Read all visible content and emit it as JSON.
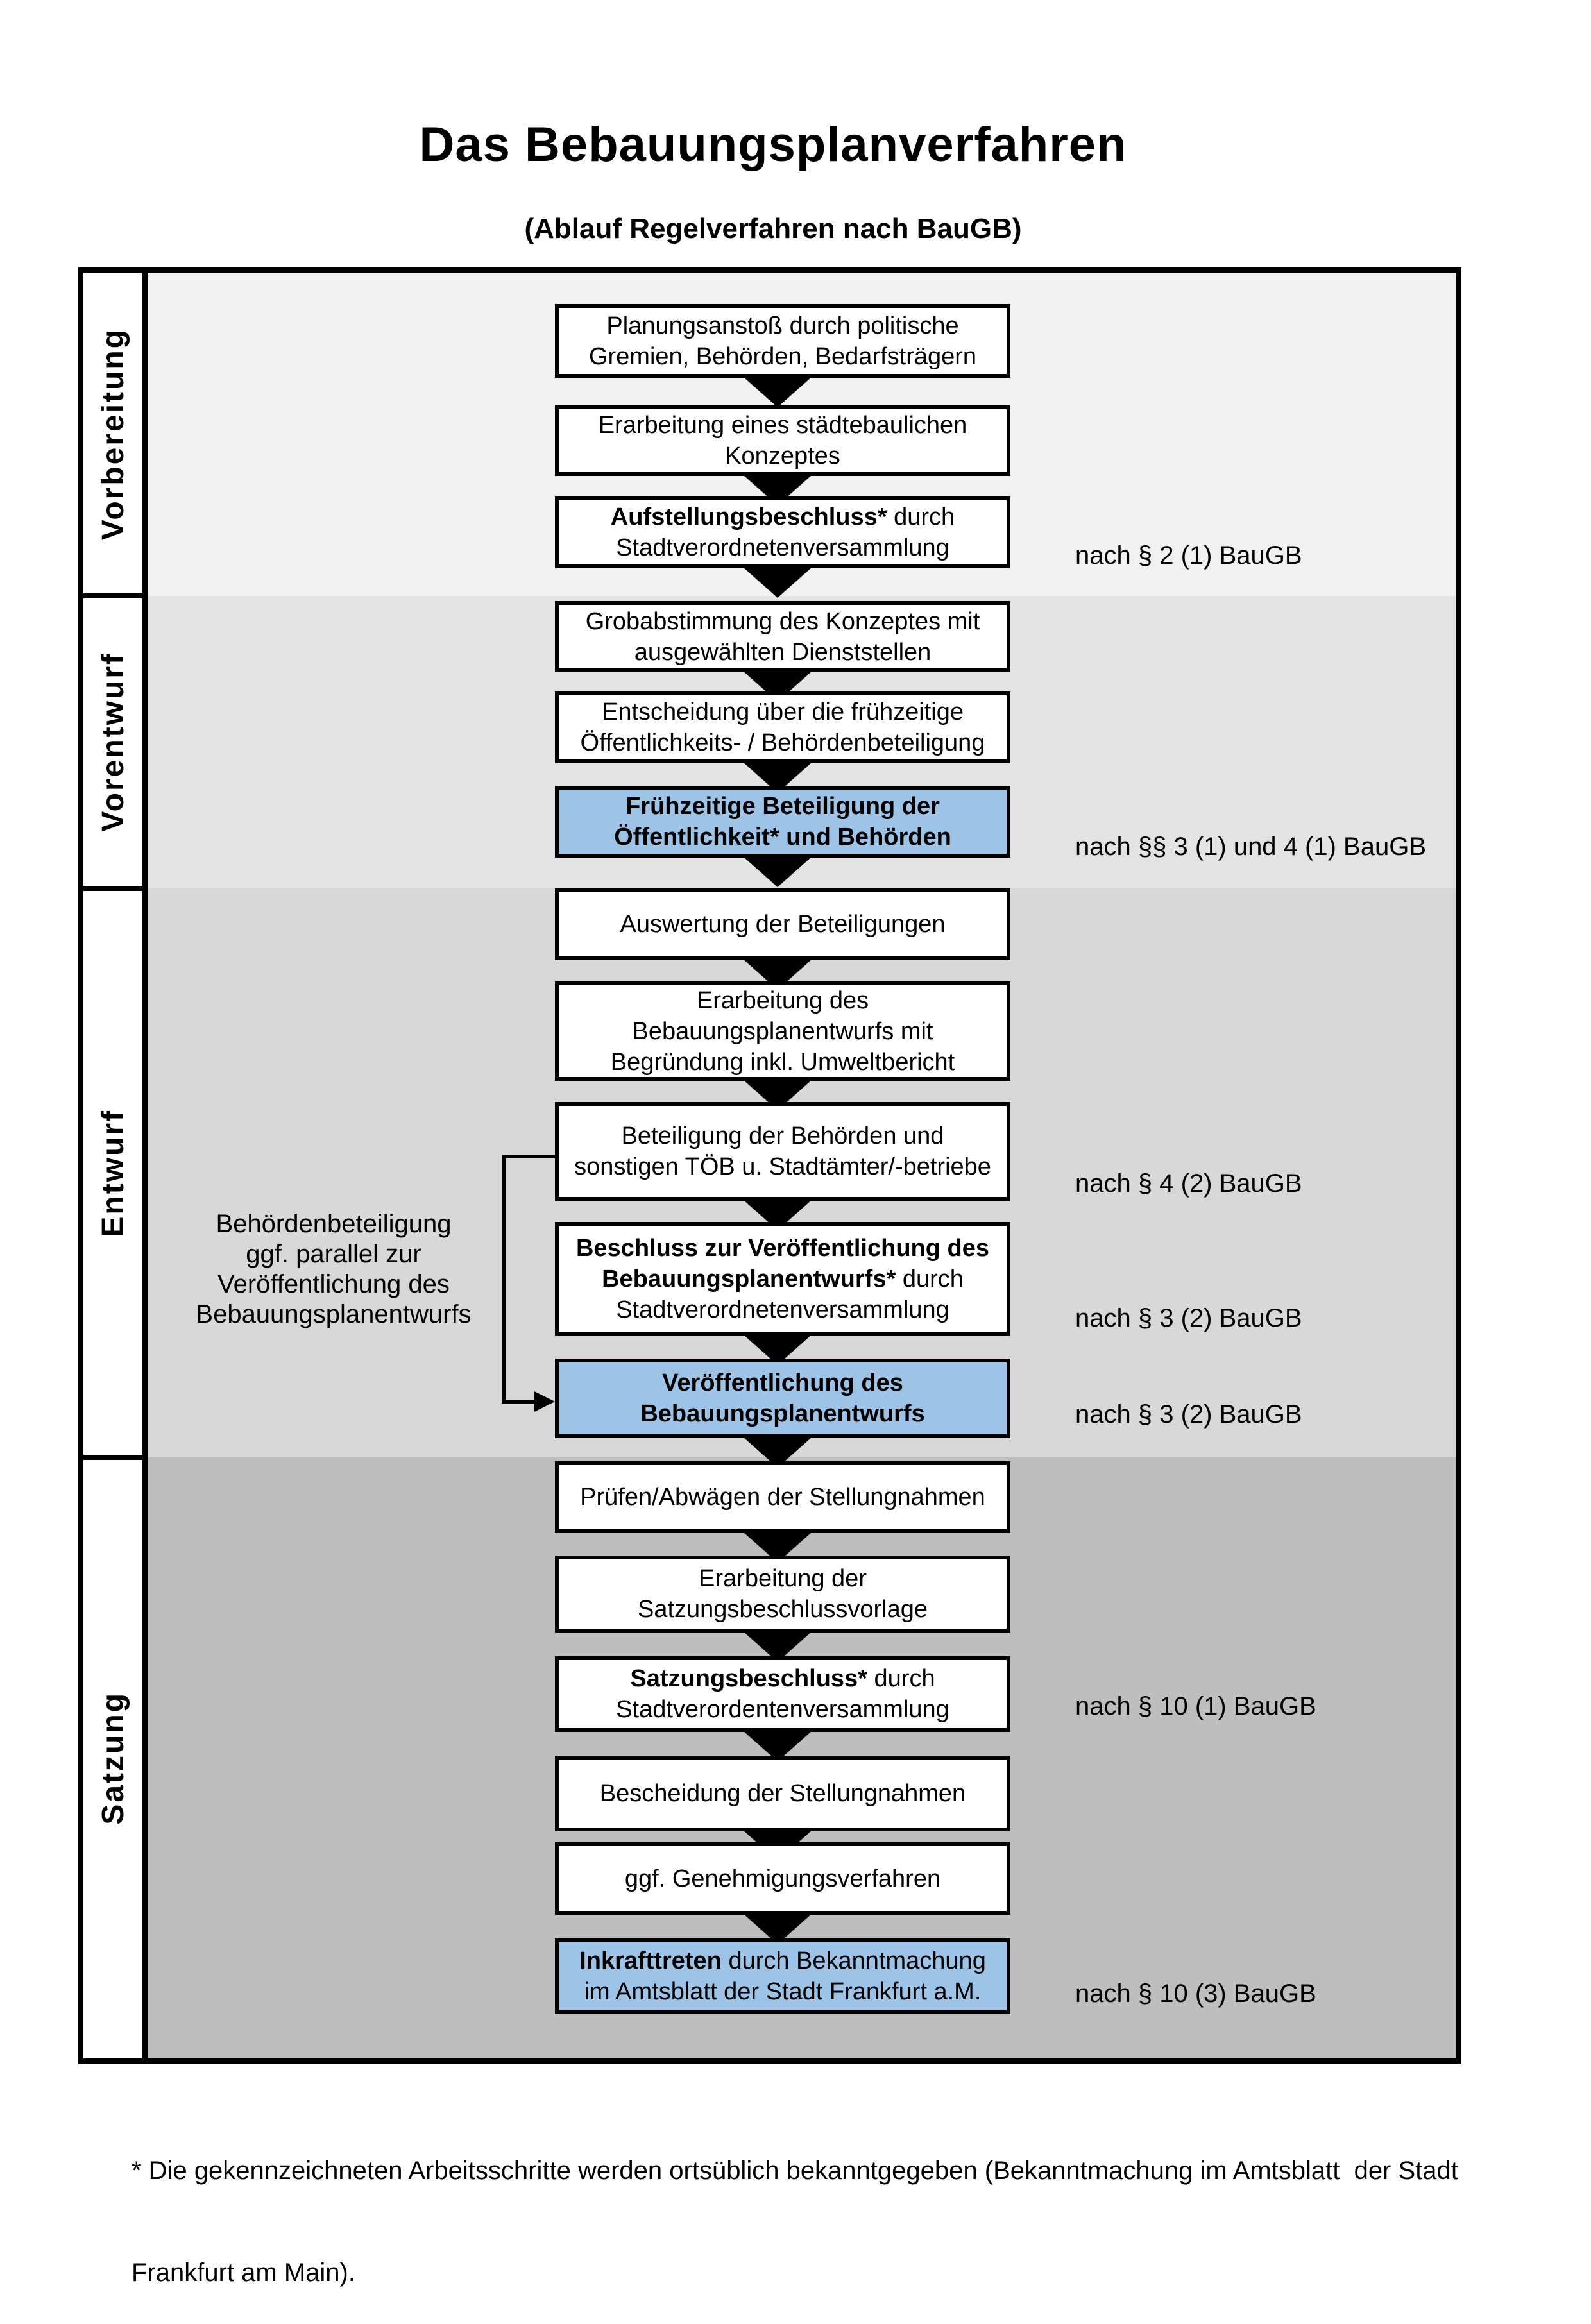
{
  "title": "Das Bebauungsplanverfahren",
  "subtitle": "(Ablauf Regelverfahren nach BauGB)",
  "colors": {
    "highlight_blue": "#9dc3e6",
    "section_prep": "#f1f1f1",
    "section_vorentwurf": "#e3e3e3",
    "section_entwurf": "#d8d8d8",
    "section_satzung": "#bebebe",
    "box_border": "#000000"
  },
  "icons": {
    "arrow_down": "solid black triangle pointing down (flow direction)",
    "arrow_right": "solid black triangle pointing right (connector into box)"
  },
  "sections": [
    {
      "label": "Vorbereitung",
      "boxes": [
        {
          "l1": "Planungsanstoß durch politische",
          "l2": "Gremien, Behörden, Bedarfsträgern"
        },
        {
          "l1": "Erarbeitung eines städtebaulichen",
          "l2": "Konzeptes"
        },
        {
          "l1b": "Aufstellungsbeschluss*",
          "l1": " durch",
          "l2": "Stadtverordnetenversammlung"
        }
      ]
    },
    {
      "label": "Vorentwurf",
      "boxes": [
        {
          "l1": "Grobabstimmung des Konzeptes mit",
          "l2": "ausgewählten Dienststellen"
        },
        {
          "l1": "Entscheidung über die frühzeitige",
          "l2": "Öffentlichkeits- / Behördenbeteiligung"
        },
        {
          "l1b": "Frühzeitige Beteiligung der",
          "l2b": "Öffentlichkeit* und Behörden"
        }
      ]
    },
    {
      "label": "Entwurf",
      "boxes": [
        {
          "l1": "Auswertung der Beteiligungen"
        },
        {
          "l1": "Erarbeitung des",
          "l2": "Bebauungsplanentwurfs mit",
          "l3": "Begründung inkl. Umweltbericht"
        },
        {
          "l1": "Beteiligung der Behörden und",
          "l2": "sonstigen TÖB u. Stadtämter/-betriebe"
        },
        {
          "l1b": "Beschluss zur Veröffentlichung des",
          "l2b": "Bebauungsplanentwurfs*",
          "l2": " durch",
          "l3": "Stadtverordnetenversammlung"
        },
        {
          "l1b": "Veröffentlichung des",
          "l2b": "Bebauungsplanentwurfs"
        }
      ]
    },
    {
      "label": "Satzung",
      "boxes": [
        {
          "l1": "Prüfen/Abwägen der Stellungnahmen"
        },
        {
          "l1": "Erarbeitung der",
          "l2": "Satzungsbeschlussvorlage"
        },
        {
          "l1b": "Satzungsbeschluss*",
          "l1": " durch",
          "l2": "Stadtverordentenversammlung"
        },
        {
          "l1": "Bescheidung der Stellungnahmen"
        },
        {
          "l1": "ggf. Genehmigungsverfahren"
        },
        {
          "l1b": "Inkrafttreten",
          "l1": " durch Bekanntmachung",
          "l2": "im Amtsblatt der Stadt Frankfurt a.M."
        }
      ]
    }
  ],
  "annotations": [
    {
      "text": "nach § 2 (1) BauGB"
    },
    {
      "text": "nach §§ 3 (1) und 4 (1) BauGB"
    },
    {
      "text": "nach § 4 (2) BauGB"
    },
    {
      "text": "nach § 3 (2) BauGB"
    },
    {
      "text": "nach § 3 (2) BauGB"
    },
    {
      "text": "nach § 10 (1) BauGB"
    },
    {
      "text": "nach § 10 (3) BauGB"
    }
  ],
  "side_note": {
    "lines": [
      "Behördenbeteiligung",
      "ggf. parallel zur",
      "Veröffentlichung des",
      "Bebauungsplanentwurfs"
    ]
  },
  "footnote": {
    "line1": "* Die gekennzeichneten Arbeitsschritte werden ortsüblich bekanntgegeben (Bekanntmachung im Amtsblatt  der Stadt",
    "line2": "Frankfurt am Main)."
  }
}
